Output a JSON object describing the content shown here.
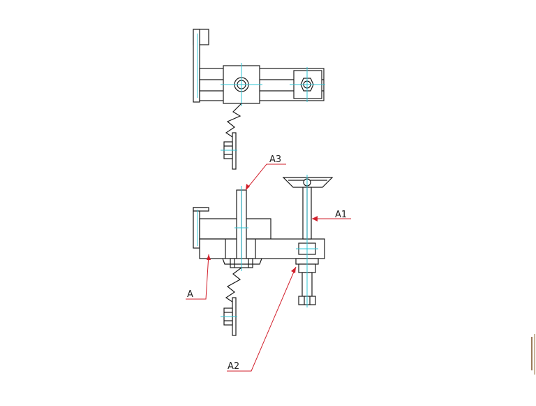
{
  "labels": {
    "a": "A",
    "a1": "A1",
    "a2": "A2",
    "a3": "A3"
  },
  "colors": {
    "outline": "#1a1a1a",
    "centerline": "#2ec4d6",
    "leader": "#d21f2b"
  }
}
